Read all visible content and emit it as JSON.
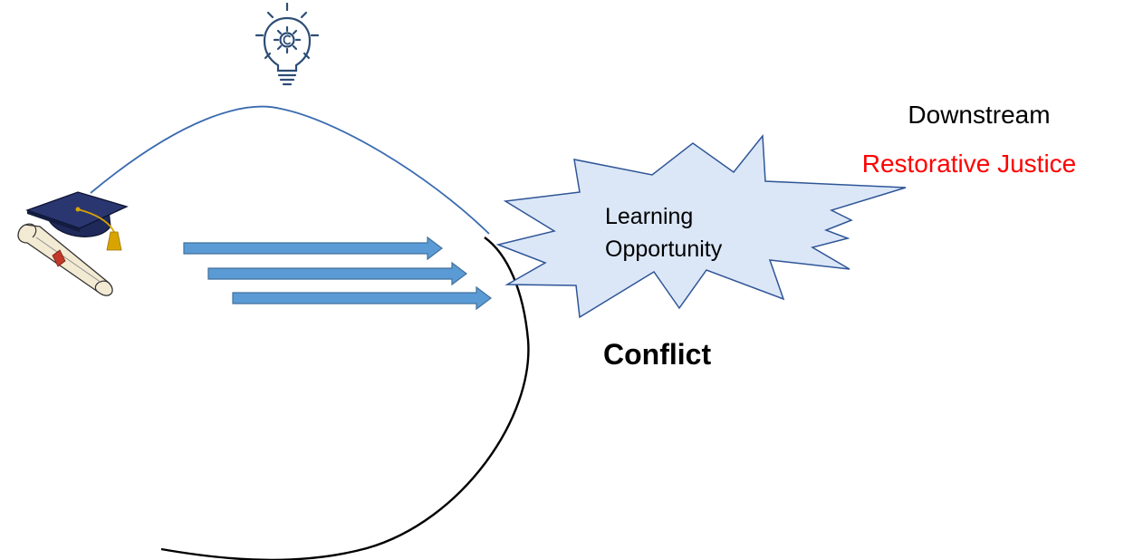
{
  "labels": {
    "downstream": "Downstream",
    "restorative_justice": "Restorative Justice",
    "learning": "Learning",
    "opportunity": "Opportunity",
    "conflict": "Conflict"
  },
  "colors": {
    "background": "#ffffff",
    "text": "#000000",
    "accent_red": "#ff0000",
    "arrow_fill": "#5b9bd5",
    "arrow_stroke": "#41719c",
    "burst_fill": "#dbe7f7",
    "burst_stroke": "#2f5597",
    "curve_blue": "#3a6bb0",
    "curve_black": "#000000",
    "cap_navy": "#1f2a5a",
    "tassel_gold": "#d9a400",
    "diploma_ribbon": "#c0392b",
    "bulb_line": "#2c4d75"
  },
  "icons": {
    "lightbulb": "lightbulb-gear-icon",
    "graduation": "graduation-cap-diploma-icon"
  }
}
